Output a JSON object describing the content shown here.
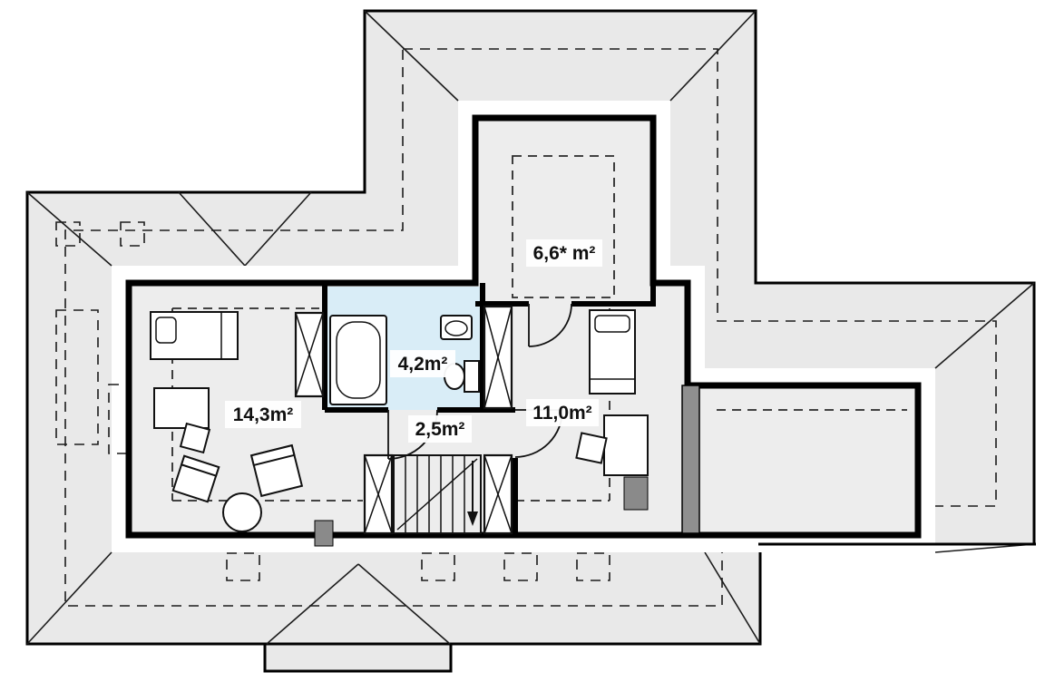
{
  "plan": {
    "type": "attic-floor-plan",
    "rooms": [
      {
        "name": "room-left",
        "area_label": "14,3m²"
      },
      {
        "name": "bathroom",
        "area_label": "4,2m²"
      },
      {
        "name": "hallway",
        "area_label": "2,5m²"
      },
      {
        "name": "room-right",
        "area_label": "11,0m²"
      },
      {
        "name": "room-top",
        "area_label": "6,6* m²"
      }
    ]
  },
  "colors": {
    "roof": "#e9e9e9",
    "floor": "#ededed",
    "bathroom_floor": "#d9edf7",
    "cold_wall": "#8f8f8f",
    "chimney_block": "#8a8a8a",
    "wall": "#000000",
    "background": "#ffffff"
  }
}
